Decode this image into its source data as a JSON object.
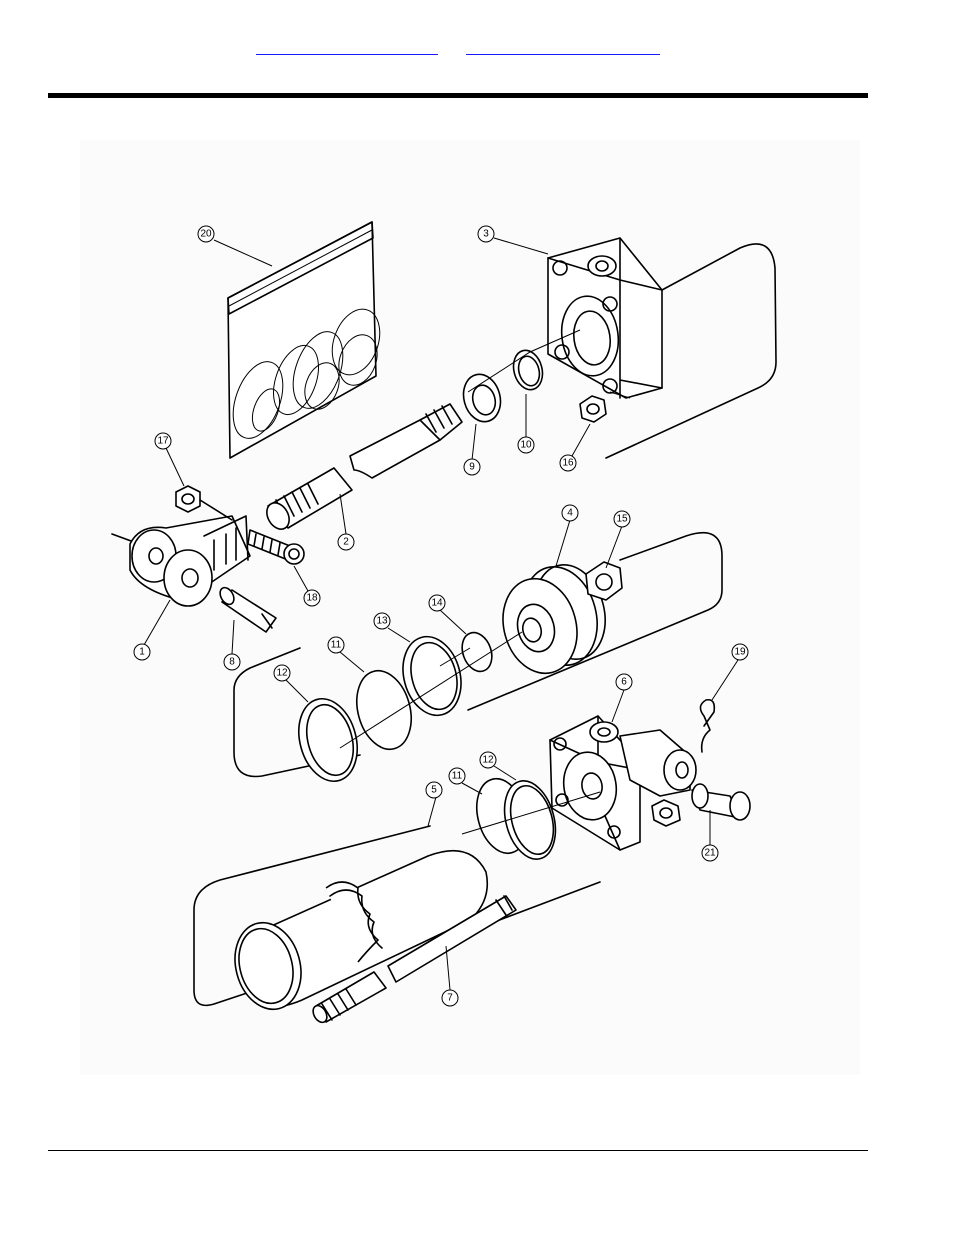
{
  "header": {
    "links": [
      {
        "label": ""
      },
      {
        "label": ""
      }
    ]
  },
  "diagram": {
    "callouts": [
      "1",
      "2",
      "3",
      "4",
      "5",
      "6",
      "7",
      "8",
      "9",
      "10",
      "11",
      "11",
      "12",
      "12",
      "13",
      "14",
      "15",
      "16",
      "17",
      "18",
      "19",
      "20",
      "21"
    ]
  }
}
